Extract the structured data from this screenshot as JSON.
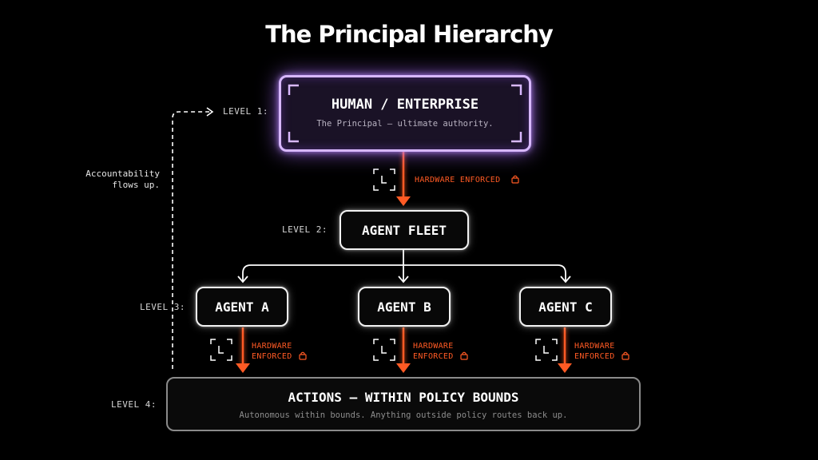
{
  "title": "The Principal Hierarchy",
  "accountability": {
    "line1": "Accountability",
    "line2": "flows up."
  },
  "levels": {
    "l1": "LEVEL 1:",
    "l2": "LEVEL 2:",
    "l3": "LEVEL 3:",
    "l4": "LEVEL 4:"
  },
  "principal": {
    "title": "HUMAN / ENTERPRISE",
    "subtitle": "The Principal — ultimate authority."
  },
  "enforcement": {
    "top": "HARDWARE ENFORCED",
    "line1": "HARDWARE",
    "line2": "ENFORCED"
  },
  "fleet": {
    "label": "AGENT FLEET"
  },
  "agents": [
    {
      "label": "AGENT A"
    },
    {
      "label": "AGENT B"
    },
    {
      "label": "AGENT C"
    }
  ],
  "actions": {
    "title": "ACTIONS — WITHIN POLICY BOUNDS",
    "subtitle": "Autonomous within bounds. Anything outside policy routes back up."
  },
  "colors": {
    "accent_orange": "#ff5a24",
    "principal_glow": "#b07cff",
    "box_border": "#f2f2f2",
    "background": "#000000"
  },
  "icons": [
    "lock-icon",
    "scan-frame-icon",
    "arrow-icon"
  ]
}
